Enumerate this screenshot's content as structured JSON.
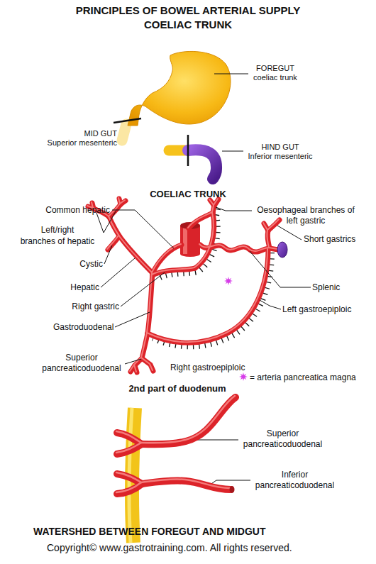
{
  "diagram": {
    "title": "PRINCIPLES OF BOWEL ARTERIAL SUPPLY COELIAC TRUNK",
    "labels": [
      "FOREGUT",
      "coeliac trunk",
      "MID GUT",
      "Superior mesenteric",
      "HIND GUT",
      "Inferior mesenteric",
      "COELIAC TRUNK",
      "Common hepatic",
      "Oesophageal branches of left gastric",
      "Left/right",
      "branches of hepatic",
      "Short gastrics",
      "Cystic",
      "Splenic",
      "Hepatic",
      "Right gastric",
      "Left gastroepiploic",
      "Gastroduodenal",
      "Superior pancreaticoduodenal",
      "Right gastroepiploic",
      "= arteria pancreatica magna",
      "2nd part of duodenum",
      "Superior pancreaticoduodenal",
      "Inferior pancreaticoduodenal",
      "WATERSHED BETWEEN FOREGUT AND MIDGUT",
      "Copyright© www.gastrotraining.com. All rights reserved."
    ]
  }
}
